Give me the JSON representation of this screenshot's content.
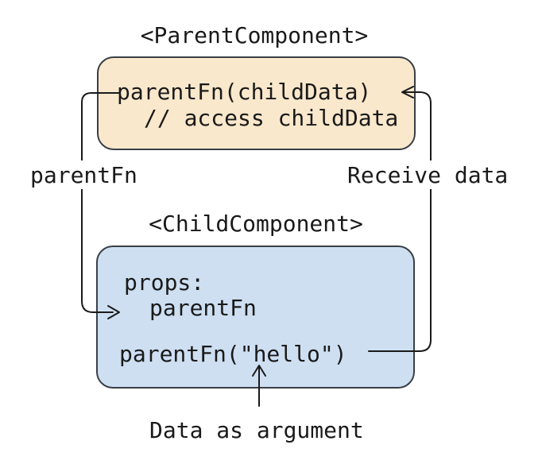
{
  "diagram": {
    "background_color": "#ffffff",
    "line_color": "#1a1a1a",
    "parent_component": {
      "title": "<ParentComponent>",
      "box_fill": "#fae8cc",
      "box_stroke": "#3a3f47",
      "code_line1": "parentFn(childData)",
      "code_line2": "// access childData"
    },
    "child_component": {
      "title": "<ChildComponent>",
      "box_fill": "#cedff2",
      "box_stroke": "#3a3f47",
      "code_props_keyword": "props:",
      "code_prop_name": "parentFn",
      "code_call": "parentFn(\"hello\")"
    },
    "edge_labels": {
      "pass_function_down": "parentFn",
      "receive_data_up": "Receive data",
      "data_as_argument": "Data as argument"
    }
  }
}
